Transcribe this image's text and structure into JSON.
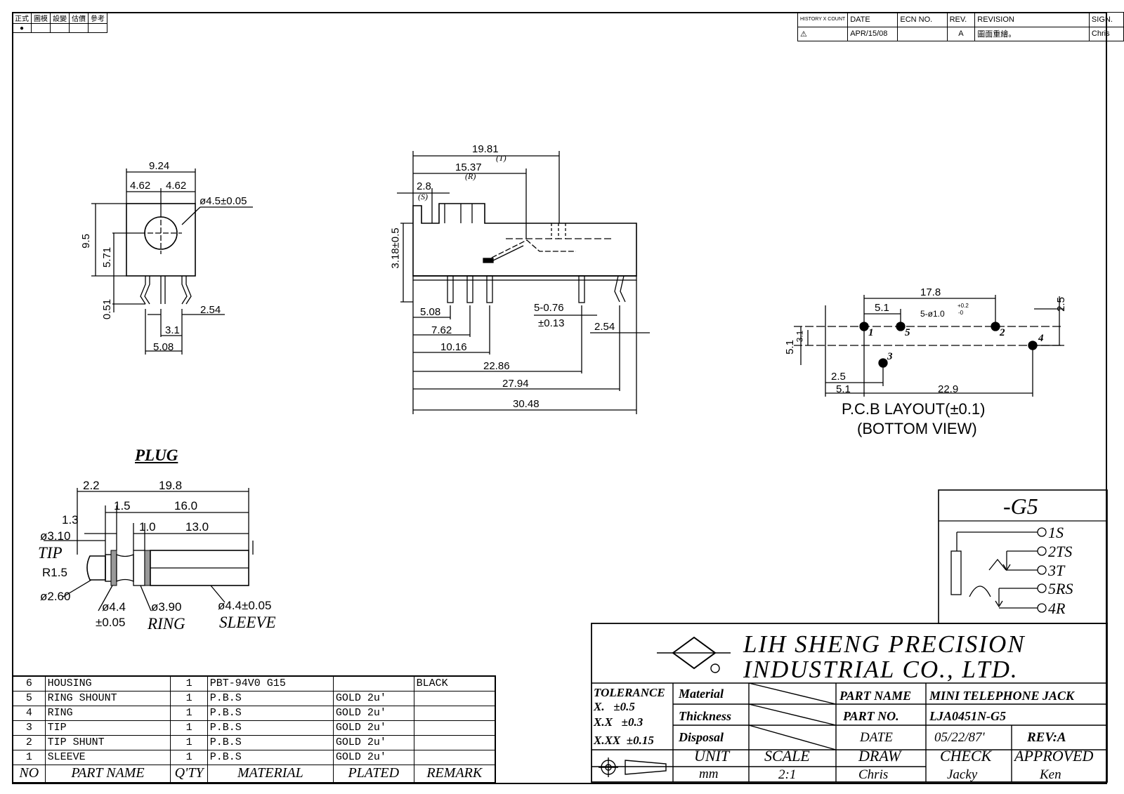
{
  "approval_boxes": {
    "labels": [
      "正式",
      "圖模",
      "設變",
      "估價",
      "參考"
    ],
    "marked": 0
  },
  "revision": {
    "headers": [
      "HISTORY X COUNT",
      "DATE",
      "ECN NO.",
      "REV.",
      "REVISION",
      "SIGN."
    ],
    "row": [
      "",
      "APR/15/08",
      "",
      "A",
      "圖面重繪。",
      "Chris"
    ]
  },
  "front_view": {
    "w_total": "9.24",
    "w_left": "4.62",
    "w_right": "4.62",
    "hole": "ø4.5±0.05",
    "h_total": "9.5",
    "h_center": "5.71",
    "pin_drop": "0.51",
    "pitch": "2.54",
    "p31": "3.1",
    "p508": "5.08"
  },
  "side_view": {
    "d1981": "19.81",
    "t": "(T)",
    "d1537": "15.37",
    "r": "(R)",
    "d28": "2.8",
    "s": "(S)",
    "d318": "3.18±0.5",
    "pin": "5-0.76",
    "pin_tol": "±0.13",
    "d254": "2.54",
    "d508": "5.08",
    "d762": "7.62",
    "d1016": "10.16",
    "d2286": "22.86",
    "d2794": "27.94",
    "d3048": "30.48"
  },
  "pcb": {
    "d178": "17.8",
    "d51a": "5.1",
    "holes": "5-ø1.0",
    "hole_tol_up": "+0.2",
    "hole_tol_dn": "-0",
    "d25r": "2.5",
    "d51l": "5.1",
    "d31": "3.1",
    "d25b": "2.5",
    "d51b": "5.1",
    "d229": "22.9",
    "pins": [
      "1",
      "5",
      "2",
      "4",
      "3"
    ],
    "caption1": "P.C.B LAYOUT(±0.1)",
    "caption2": "(BOTTOM VIEW)"
  },
  "plug": {
    "title": "PLUG",
    "d22": "2.2",
    "d198": "19.8",
    "d15": "1.5",
    "d160": "16.0",
    "d13": "1.3",
    "d10": "1.0",
    "d130": "13.0",
    "d310": "ø3.10",
    "tip": "TIP",
    "r15": "R1.5",
    "d260": "ø2.60",
    "d44": "ø4.4",
    "d44tol": "±0.05",
    "d390": "ø3.90",
    "ring": "RING",
    "d44s": "ø4.4±0.05",
    "sleeve": "SLEEVE"
  },
  "schematic": {
    "title": "-G5",
    "pins": [
      "1S",
      "2TS",
      "3T",
      "5RS",
      "4R"
    ]
  },
  "bom": {
    "rows": [
      [
        "6",
        "HOUSING",
        "1",
        "PBT-94V0 G15",
        "",
        "BLACK"
      ],
      [
        "5",
        "RING SHOUNT",
        "1",
        "P.B.S",
        "GOLD 2u'",
        ""
      ],
      [
        "4",
        "RING",
        "1",
        "P.B.S",
        "GOLD 2u'",
        ""
      ],
      [
        "3",
        "TIP",
        "1",
        "P.B.S",
        "GOLD 2u'",
        ""
      ],
      [
        "2",
        "TIP SHUNT",
        "1",
        "P.B.S",
        "GOLD 2u'",
        ""
      ],
      [
        "1",
        "SLEEVE",
        "1",
        "P.B.S",
        "GOLD 2u'",
        ""
      ]
    ],
    "headers": [
      "NO",
      "PART NAME",
      "Q'TY",
      "MATERIAL",
      "PLATED",
      "REMARK"
    ]
  },
  "title_block": {
    "company1": "LIH SHENG PRECISION",
    "company2": "INDUSTRIAL CO., LTD.",
    "tol_title": "TOLERANCE",
    "tol1": "X.   ±0.5",
    "tol2": "X.X   ±0.3",
    "tol3": "X.XX  ±0.15",
    "material": "Material",
    "thickness": "Thickness",
    "disposal": "Disposal",
    "part_name_l": "PART NAME",
    "part_name": "MINI TELEPHONE JACK",
    "part_no_l": "PART NO.",
    "part_no": "LJA0451N-G5",
    "date_l": "DATE",
    "date": "05/22/87'",
    "rev": "REV:A",
    "unit_l": "UNIT",
    "unit": "mm",
    "scale_l": "SCALE",
    "scale": "2:1",
    "draw_l": "DRAW",
    "draw": "Chris",
    "check_l": "CHECK",
    "check": "Jacky",
    "appr_l": "APPROVED",
    "appr": "Ken"
  }
}
